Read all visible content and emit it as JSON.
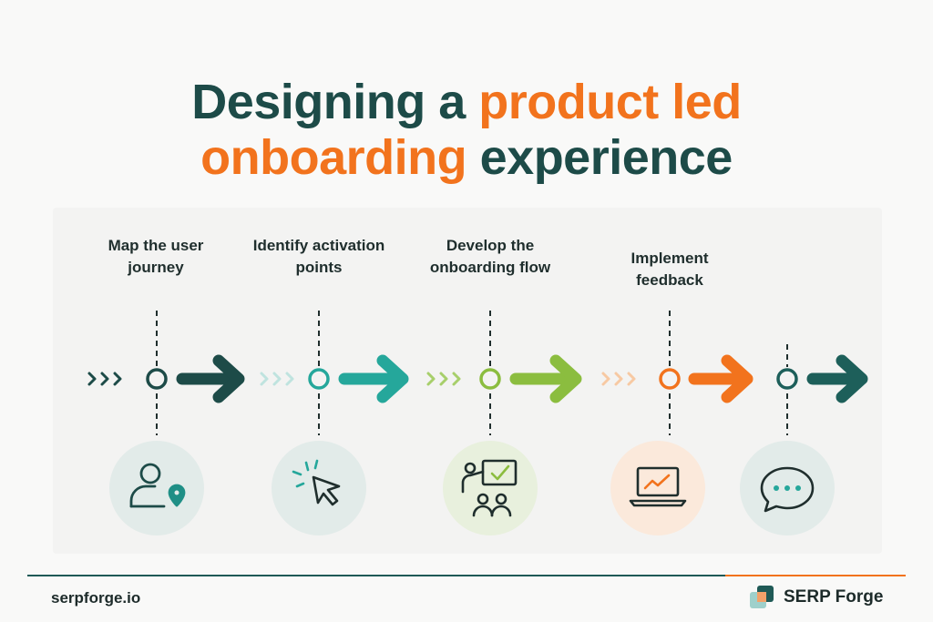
{
  "title": {
    "part1": "Designing a ",
    "part2": "product led",
    "part3": "onboarding",
    "part4": " experience"
  },
  "steps": [
    {
      "label": "Map the user journey",
      "color": "#1d4b48",
      "icon": "user-location-icon"
    },
    {
      "label": "Identify activation points",
      "color": "#25a79b",
      "icon": "cursor-click-icon"
    },
    {
      "label": "Develop the onboarding flow",
      "color": "#8bbd3f",
      "icon": "presentation-team-icon"
    },
    {
      "label": "Implement feedback",
      "color": "#f2731d",
      "icon": "laptop-chart-icon"
    },
    {
      "label": "",
      "color": "#1d5f5a",
      "icon": "chat-bubble-icon"
    }
  ],
  "footer": {
    "site": "serpforge.io",
    "brand": "SERP Forge",
    "accent_teal": "#1f5a56",
    "accent_orange": "#f2731d"
  }
}
